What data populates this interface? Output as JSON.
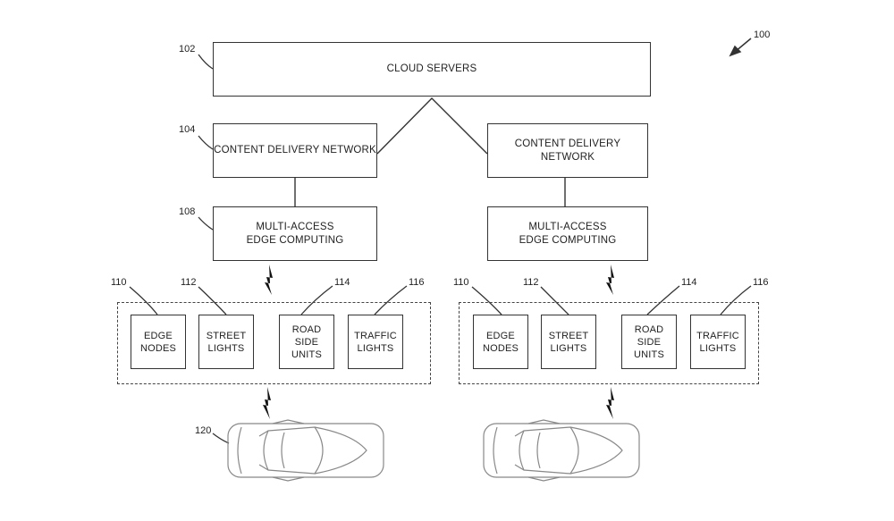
{
  "figure_ref": "100",
  "cloud": {
    "ref": "102",
    "label": "CLOUD SERVERS"
  },
  "cdn": [
    {
      "ref": "104",
      "label": "CONTENT DELIVERY NETWORK"
    },
    {
      "ref": "",
      "label": "CONTENT DELIVERY NETWORK"
    }
  ],
  "mec": [
    {
      "ref": "108",
      "label": "MULTI-ACCESS\nEDGE COMPUTING"
    },
    {
      "ref": "",
      "label": "MULTI-ACCESS\nEDGE COMPUTING"
    }
  ],
  "groups": [
    {
      "items": [
        {
          "ref": "110",
          "label": "EDGE\nNODES"
        },
        {
          "ref": "112",
          "label": "STREET\nLIGHTS"
        },
        {
          "ref": "114",
          "label": "ROAD\nSIDE\nUNITS"
        },
        {
          "ref": "116",
          "label": "TRAFFIC\nLIGHTS"
        }
      ]
    },
    {
      "items": [
        {
          "ref": "110",
          "label": "EDGE\nNODES"
        },
        {
          "ref": "112",
          "label": "STREET\nLIGHTS"
        },
        {
          "ref": "114",
          "label": "ROAD\nSIDE\nUNITS"
        },
        {
          "ref": "116",
          "label": "TRAFFIC\nLIGHTS"
        }
      ]
    }
  ],
  "vehicle_ref": "120"
}
